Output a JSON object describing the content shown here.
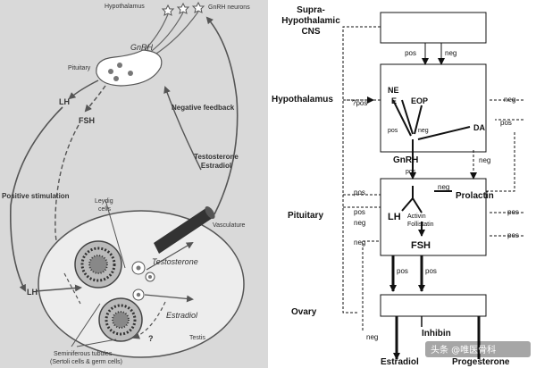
{
  "left": {
    "hypothalamus": "Hypothalamus",
    "gnrh_neurons": "GnRH neurons",
    "gnrh": "GnRH",
    "pituitary": "Pituitary",
    "lh": "LH",
    "fsh": "FSH",
    "negative_feedback": "Negative feedback",
    "testosterone_estradiol": [
      "Testosterone",
      "Estradiol"
    ],
    "positive_stimulation": "Positive stimulation",
    "leydig": [
      "Leydig",
      "cells"
    ],
    "vasculature": "Vasculature",
    "testosterone": "Testosterone",
    "estradiol": "Estradiol",
    "lh_bottom": "LH",
    "question": "?",
    "testis": "Testis",
    "seminiferous": [
      "Seminiferous tubules",
      "(Sertoli cells & germ cells)"
    ]
  },
  "right": {
    "supra": [
      "Supra-",
      "Hypothalamic",
      "CNS"
    ],
    "pos": "pos",
    "neg": "neg",
    "hypothalamus": "Hypothalamus",
    "q_pos": "?pos",
    "ne": [
      "NE",
      "E"
    ],
    "eop": "EOP",
    "da": "DA",
    "gnrh": "GnRH",
    "pituitary": "Pituitary",
    "prolactin": "Prolactin",
    "lh": "LH",
    "activin_follistatin": [
      "Activin",
      "Follistatin"
    ],
    "fsh": "FSH",
    "ovary": "Ovary",
    "inhibin": "Inhibin",
    "estradiol": "Estradiol",
    "progesterone": "Progesterone"
  },
  "watermark": "头条 @唯医骨科"
}
